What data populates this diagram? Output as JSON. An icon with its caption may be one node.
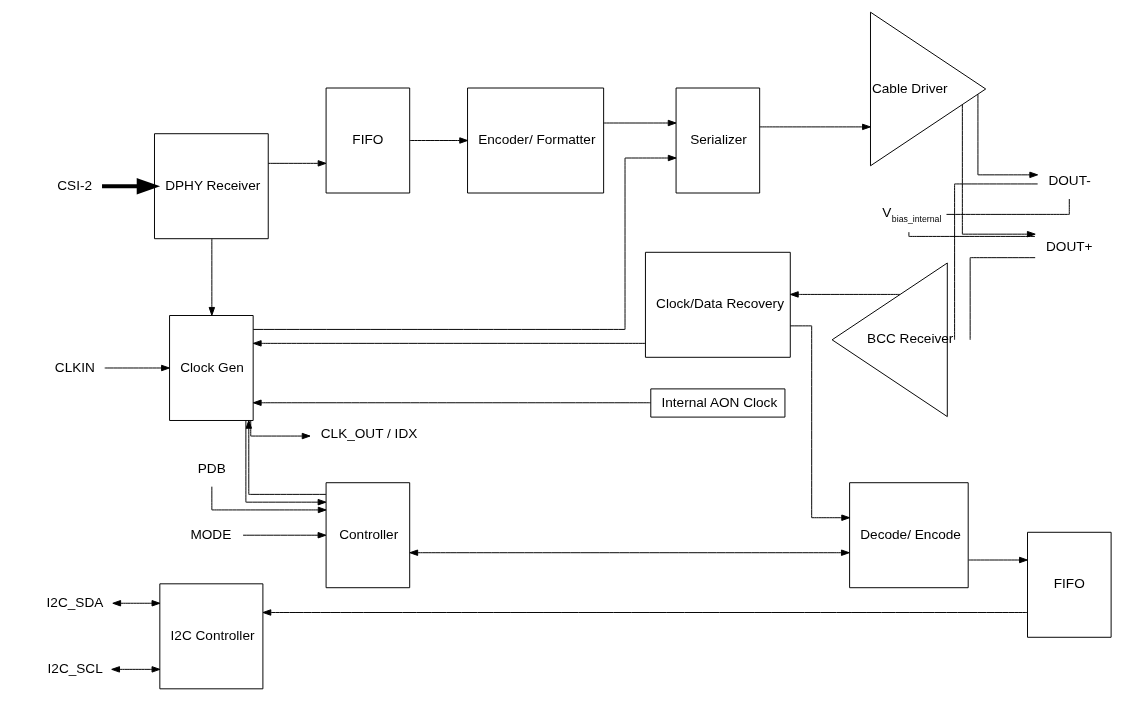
{
  "diagram": {
    "nodes": [
      {
        "text": [
          "CSI-2"
        ]
      },
      {
        "text": [
          "DPHY Receiver"
        ]
      },
      {
        "text": [
          "FIFO"
        ]
      },
      {
        "text": [
          "Encoder/ Formatter"
        ]
      },
      {
        "text": [
          "Serializer"
        ]
      },
      {
        "text": [
          "Cable Driver"
        ]
      },
      {
        "text": [
          "V$_{bias_internal}$"
        ]
      },
      {
        "text": [
          "DOUT+"
        ]
      },
      {
        "text": [
          "DOUT-"
        ]
      },
      {
        "text": [
          "Clock Gen"
        ]
      },
      {
        "text": [
          "Internal AON Clock"
        ]
      },
      {
        "text": [
          "CLKIN"
        ]
      },
      {
        "text": [
          "CLK_OUT / IDX"
        ]
      },
      {
        "text": [
          "MODE"
        ]
      },
      {
        "text": [
          "PDB"
        ]
      },
      {
        "text": [
          "Controller"
        ]
      },
      {
        "text": [
          "I2C_SDA"
        ]
      },
      {
        "text": [
          "I2C_SCL"
        ]
      },
      {
        "text": [
          "I2C Controller"
        ]
      },
      {
        "text": [
          "FIFO"
        ]
      },
      {
        "text": [
          "Decode/ Encode"
        ]
      },
      {
        "text": [
          "Clock/Data Recovery"
        ]
      },
      {
        "text": [
          "BCC Receiver"
        ]
      }
    ],
    "edges": [
      {
        "from": 0,
        "to": 1,
        "arrow": "to",
        "style": "thick"
      },
      {
        "from": 1,
        "to": 2,
        "arrow": "to"
      },
      {
        "from": 2,
        "to": 3,
        "arrow": "to"
      },
      {
        "from": 3,
        "to": 4,
        "arrow": "to"
      },
      {
        "from": 4,
        "to": 5,
        "arrow": "to"
      },
      {
        "from": 5,
        "to": 7,
        "arrow": "to"
      },
      {
        "from": 5,
        "to": 8,
        "arrow": "to"
      },
      {
        "from": 6,
        "to": 7,
        "arrow": "none"
      },
      {
        "from": 6,
        "to": 8,
        "arrow": "none"
      },
      {
        "from": 1,
        "to": 9,
        "arrow": "to"
      },
      {
        "from": 10,
        "to": 9,
        "arrow": "to"
      },
      {
        "from": 11,
        "to": 9,
        "arrow": "to"
      },
      {
        "from": 9,
        "to": 4,
        "arrow": "to"
      },
      {
        "from": 9,
        "to": 12,
        "arrow": "to"
      },
      {
        "from": 9,
        "to": 15,
        "arrow": "to"
      },
      {
        "from": 15,
        "to": 9,
        "arrow": "to"
      },
      {
        "from": 21,
        "to": 9,
        "arrow": "to"
      },
      {
        "from": 13,
        "to": 15,
        "arrow": "to"
      },
      {
        "from": 14,
        "to": 15,
        "arrow": "to"
      },
      {
        "from": 15,
        "to": 20,
        "arrow": "both"
      },
      {
        "from": 16,
        "to": 18,
        "arrow": "both"
      },
      {
        "from": 17,
        "to": 18,
        "arrow": "both"
      },
      {
        "from": 19,
        "to": 18,
        "arrow": "to"
      },
      {
        "from": 20,
        "to": 19,
        "arrow": "to"
      },
      {
        "from": 21,
        "to": 20,
        "arrow": "to"
      },
      {
        "from": 22,
        "to": 21,
        "arrow": "to"
      },
      {
        "from": 8,
        "to": 22,
        "arrow": "none"
      },
      {
        "from": 7,
        "to": 22,
        "arrow": "none"
      }
    ]
  }
}
